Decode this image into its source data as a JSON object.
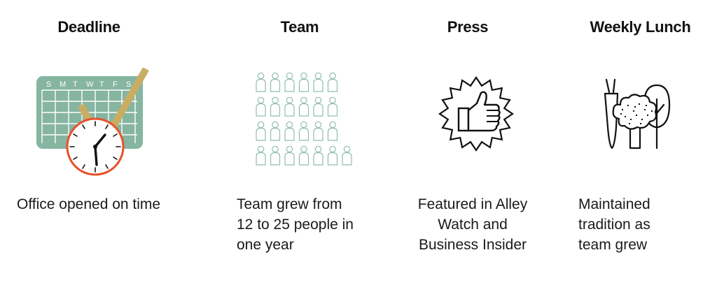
{
  "items": [
    {
      "heading": "Deadline",
      "caption_lines": [
        "Office opened on time"
      ],
      "icon": "calendar-clock-check-icon"
    },
    {
      "heading": "Team",
      "caption_lines": [
        "Team grew from",
        "12 to 25 people in",
        "one year"
      ],
      "icon": "team-people-icon"
    },
    {
      "heading": "Press",
      "caption_lines": [
        "Featured in Alley",
        "Watch and",
        "Business Insider"
      ],
      "icon": "thumbs-up-badge-icon"
    },
    {
      "heading": "Weekly Lunch",
      "caption_lines": [
        "Maintained",
        "tradition as",
        "team grew"
      ],
      "icon": "vegetables-icon"
    }
  ],
  "calendar_days": [
    "S",
    "M",
    "T",
    "W",
    "T",
    "F",
    "S"
  ],
  "colors": {
    "calendar_green": "#86b5a2",
    "check_gold": "#c9ad62",
    "clock_red": "#e8502a",
    "people_outline": "#8fbfa8",
    "icon_black": "#111111"
  }
}
